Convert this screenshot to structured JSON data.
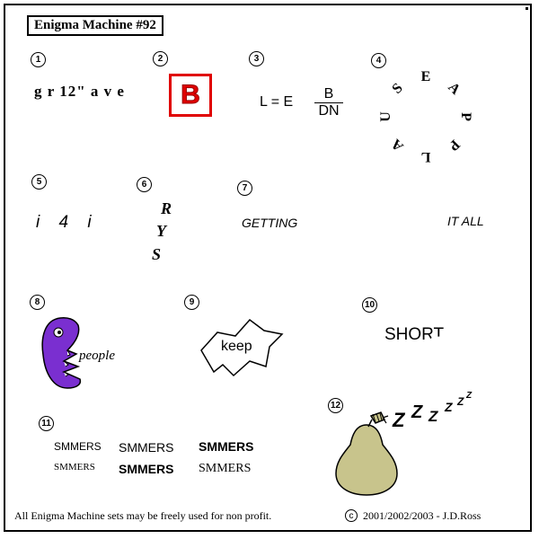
{
  "title": "Enigma Machine #92",
  "puzzles": {
    "p1": {
      "number": "1",
      "text": "g r 12\" a v e"
    },
    "p2": {
      "number": "2",
      "text": "B",
      "box_color": "#e00000"
    },
    "p3": {
      "number": "3",
      "lhs": "L = E",
      "numerator": "B",
      "denominator": "DN"
    },
    "p4": {
      "number": "4",
      "letters": [
        "E",
        "A",
        "P",
        "P",
        "L",
        "A",
        "U",
        "S"
      ]
    },
    "p5": {
      "number": "5",
      "text": "i 4 i"
    },
    "p6": {
      "number": "6",
      "letters": [
        "R",
        "Y",
        "S"
      ]
    },
    "p7": {
      "number": "7",
      "left": "GETTING",
      "right": "IT ALL"
    },
    "p8": {
      "number": "8",
      "text": "people",
      "monster_color": "#7a2fd0"
    },
    "p9": {
      "number": "9",
      "text": "keep"
    },
    "p10": {
      "number": "10",
      "text": "SHORT"
    },
    "p11": {
      "number": "11",
      "words": [
        "SMMERS",
        "SMMERS",
        "SMMERS",
        "SMMERS",
        "SMMERS",
        "SMMERS"
      ]
    },
    "p12": {
      "number": "12",
      "z": [
        "Z",
        "Z",
        "Z",
        "Z",
        "Z",
        "Z"
      ],
      "pear_color": "#c8c48c"
    }
  },
  "footer": {
    "text": "All Enigma Machine sets may be freely used for non profit.",
    "copyright_symbol": "c",
    "credit": "2001/2002/2003 - J.D.Ross"
  }
}
